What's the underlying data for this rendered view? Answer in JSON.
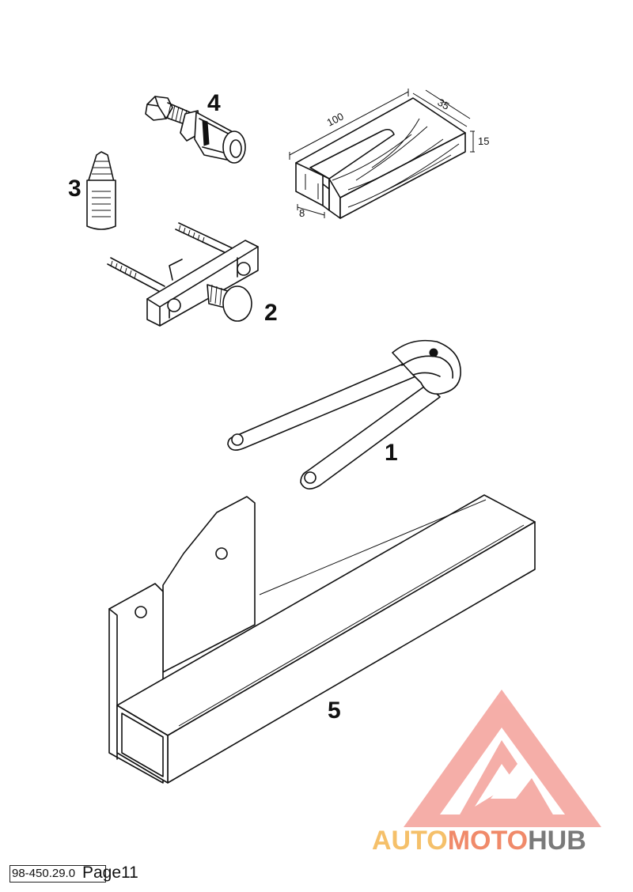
{
  "callouts": {
    "c1": "1",
    "c2": "2",
    "c3": "3",
    "c4": "4",
    "c5": "5"
  },
  "dimensions": {
    "length": "100",
    "width": "35",
    "height": "15",
    "slot": "8"
  },
  "footer": {
    "code": "98-450.29.0",
    "page": "Page11"
  },
  "watermark": {
    "part1": "AUTO",
    "part2": "MOTO",
    "part3": "HUB",
    "icon": "triangle-logo-icon",
    "colors": {
      "auto": "#f5c06a",
      "moto": "#f08a6a",
      "hub": "#7a7a7a",
      "triangle": "#f4a09a"
    }
  }
}
